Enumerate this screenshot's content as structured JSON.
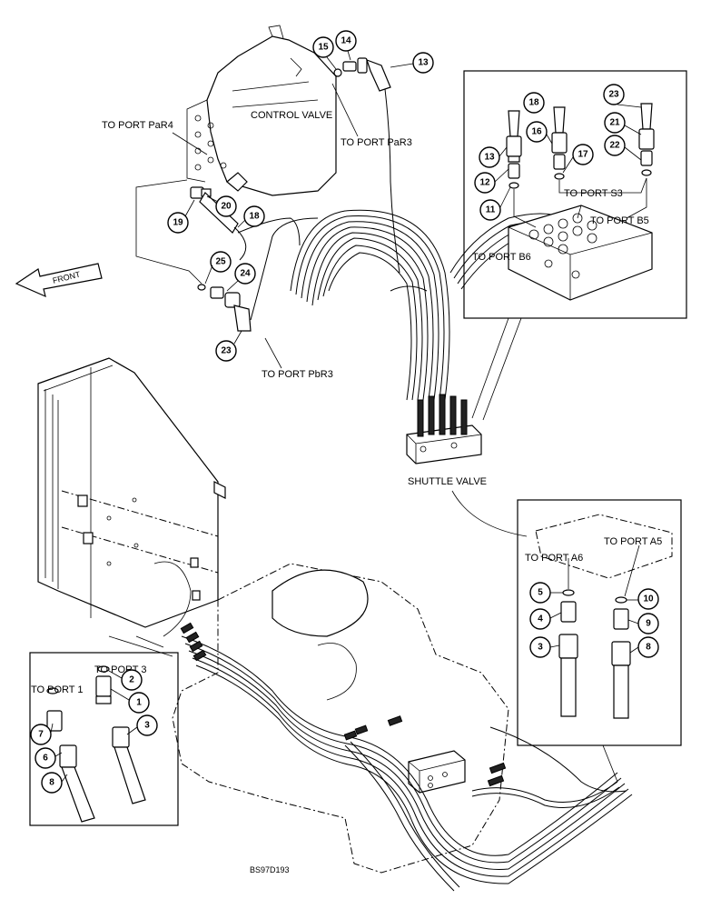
{
  "labels": {
    "control_valve": "CONTROL VALVE",
    "to_port_par4": "TO PORT PaR4",
    "to_port_par3": "TO PORT PaR3",
    "to_port_pbr3": "TO PORT PbR3",
    "front": "FRONT",
    "to_port_b6": "TO PORT B6",
    "to_port_s3": "TO PORT S3",
    "to_port_b5": "TO PORT B5",
    "shuttle_valve": "SHUTTLE VALVE",
    "to_port_a6": "TO PORT A6",
    "to_port_a5": "TO PORT A5",
    "to_port_3": "TO PORT 3",
    "to_port_1": "TO PORT 1",
    "drawing_code": "BS97D193"
  },
  "callouts": {
    "n13a": "13",
    "n14": "14",
    "n15": "15",
    "n20": "20",
    "n19": "19",
    "n18a": "18",
    "n25": "25",
    "n24": "24",
    "n23a": "23",
    "n18b": "18",
    "n23b": "23",
    "n21": "21",
    "n22": "22",
    "n13b": "13",
    "n16": "16",
    "n17": "17",
    "n12": "12",
    "n11": "11",
    "n5": "5",
    "n4": "4",
    "n3a": "3",
    "n10": "10",
    "n9": "9",
    "n8a": "8",
    "n2": "2",
    "n1": "1",
    "n3b": "3",
    "n7": "7",
    "n6": "6",
    "n8b": "8"
  }
}
